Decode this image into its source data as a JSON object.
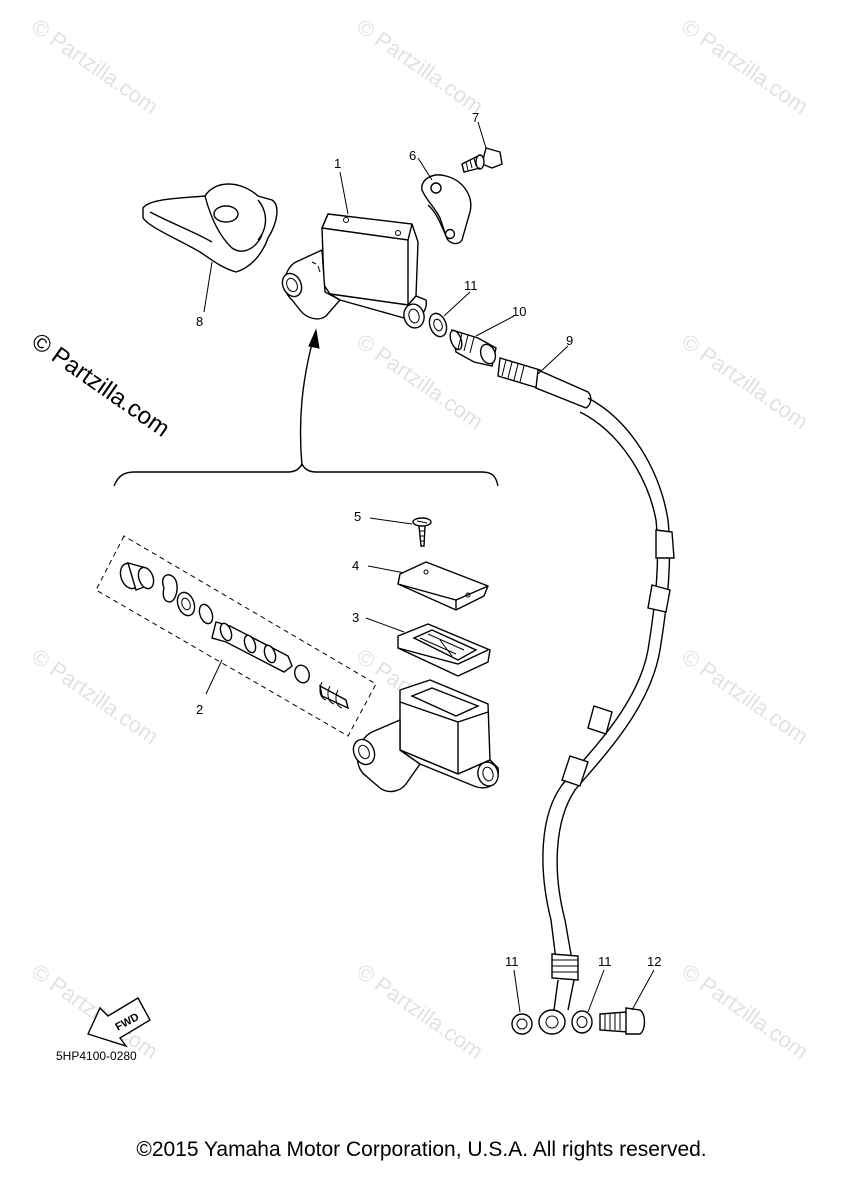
{
  "watermark": {
    "text": "© Partzilla.com"
  },
  "callouts": {
    "c1": "1",
    "c2": "2",
    "c3": "3",
    "c4": "4",
    "c5": "5",
    "c6": "6",
    "c7": "7",
    "c8": "8",
    "c9": "9",
    "c10": "10",
    "c11a": "11",
    "c11b": "11",
    "c11c": "11",
    "c12": "12"
  },
  "fwd_label": "FWD",
  "part_number": "5HP4100-0280",
  "copyright": "©2015 Yamaha Motor Corporation, U.S.A. All rights reserved."
}
